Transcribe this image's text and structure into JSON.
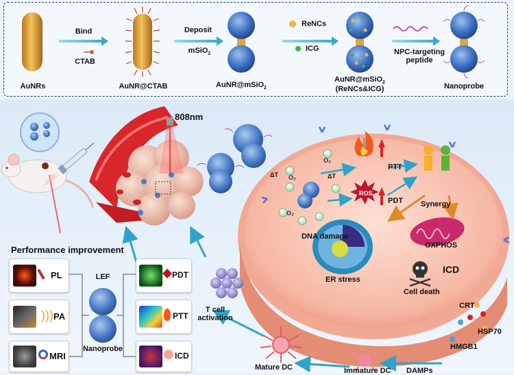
{
  "synthesis": {
    "stages": [
      "AuNRs",
      "AuNR@CTAB",
      "AuNR@mSiO2",
      "AuNR@mSiO2 (ReNCs&ICG)",
      "Nanoprobe"
    ],
    "stage_main": "AuNR@mSiO",
    "stage_sub": "2",
    "stage_extra": "(ReNCs&ICG)",
    "step1": "Bind",
    "step1_reagent": "CTAB",
    "step2": "Deposit",
    "step2_reagent_main": "mSiO",
    "step2_reagent_sub": "2",
    "legend_renc": "ReNCs",
    "legend_icg": "ICG",
    "peptide": "NPC-targeting peptide",
    "peptide_l1": "NPC-targeting",
    "peptide_l2": "peptide"
  },
  "laser": "808nm",
  "performance": {
    "title": "Performance improvement",
    "left_items": [
      "PL",
      "PA",
      "MRI"
    ],
    "right_items": [
      "PDT",
      "PTT",
      "ICD"
    ],
    "center_top": "LEF",
    "center_bottom": "Nanoprobe"
  },
  "cell": {
    "dna": "DNA damage",
    "ptt": "PTT",
    "pdt": "PDT",
    "ros": "ROS",
    "synergy": "Synergy",
    "oxphos": "OXPHOS",
    "er": "ER stress",
    "icd": "ICD",
    "death": "Cell death",
    "o2": "O₂",
    "delta_t": "ΔT"
  },
  "immune": {
    "crt": "CRT",
    "hsp70": "HSP70",
    "hmgb1": "HMGB1",
    "damps": "DAMPs",
    "immature": "Immature DC",
    "mature": "Mature DC",
    "tcell_l1": "T cell",
    "tcell_l2": "activation"
  },
  "colors": {
    "gold": "#d8a03a",
    "silica": "#3d6fc2",
    "arrow": "#2fa3c9",
    "cell": "#f5b6a3",
    "vessel": "#d8262a",
    "panel_border": "#2c3e6b"
  }
}
